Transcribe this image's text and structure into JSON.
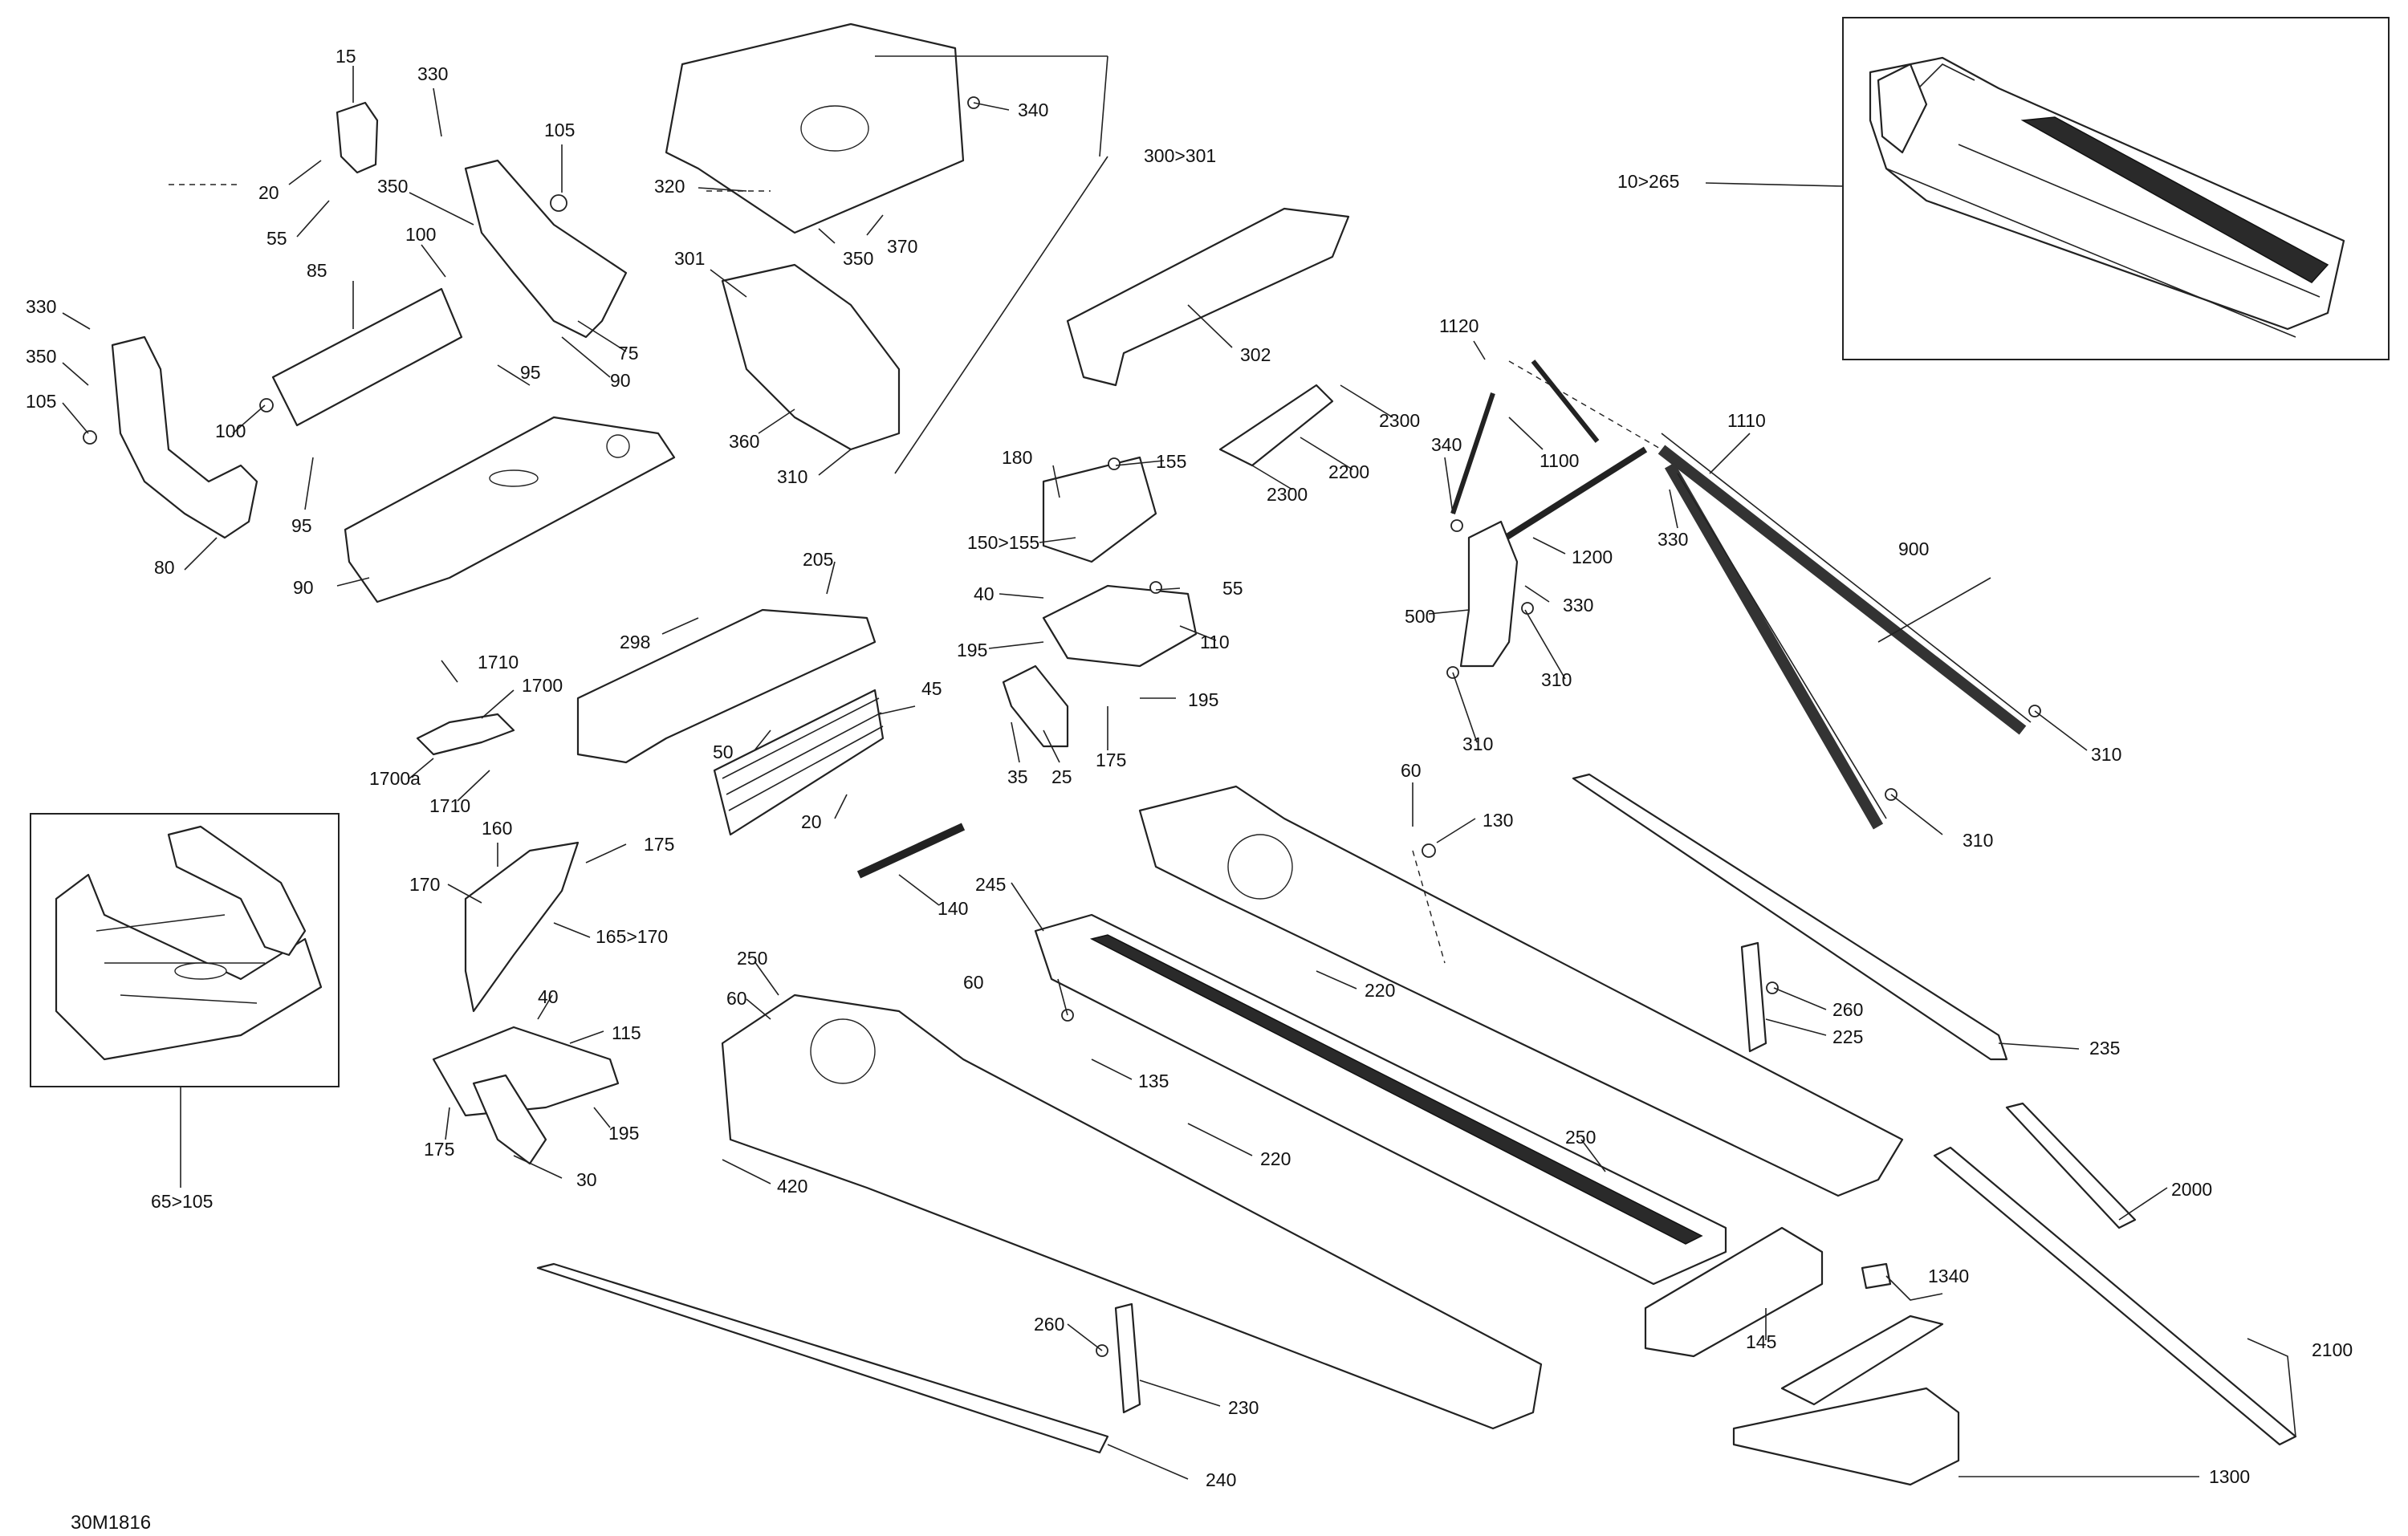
{
  "reference_code": "30M1816",
  "callouts": [
    "15",
    "20",
    "55",
    "330",
    "350",
    "105",
    "100",
    "85",
    "75",
    "90",
    "330",
    "350",
    "105",
    "100",
    "95",
    "80",
    "95",
    "90",
    "340",
    "300>301",
    "320",
    "350",
    "370",
    "301",
    "360",
    "310",
    "302",
    "2300",
    "2200",
    "2300",
    "1120",
    "1100",
    "340",
    "1110",
    "1200",
    "330",
    "330",
    "500",
    "310",
    "900",
    "310",
    "310",
    "310",
    "10>265",
    "180",
    "155",
    "150>155",
    "40",
    "55",
    "195",
    "110",
    "195",
    "35",
    "25",
    "175",
    "205",
    "298",
    "45",
    "1710",
    "1700",
    "1700a",
    "1710",
    "50",
    "20",
    "60",
    "130",
    "160",
    "175",
    "170",
    "165>170",
    "140",
    "245",
    "220",
    "260",
    "225",
    "235",
    "250",
    "60",
    "40",
    "115",
    "175",
    "195",
    "30",
    "65>105",
    "60",
    "135",
    "420",
    "220",
    "250",
    "2000",
    "1340",
    "2100",
    "145",
    "260",
    "230",
    "240",
    "1300"
  ],
  "icons": [
    "exploded-assembly-drawing",
    "inset-view-frame",
    "inset-view-front-frame"
  ]
}
